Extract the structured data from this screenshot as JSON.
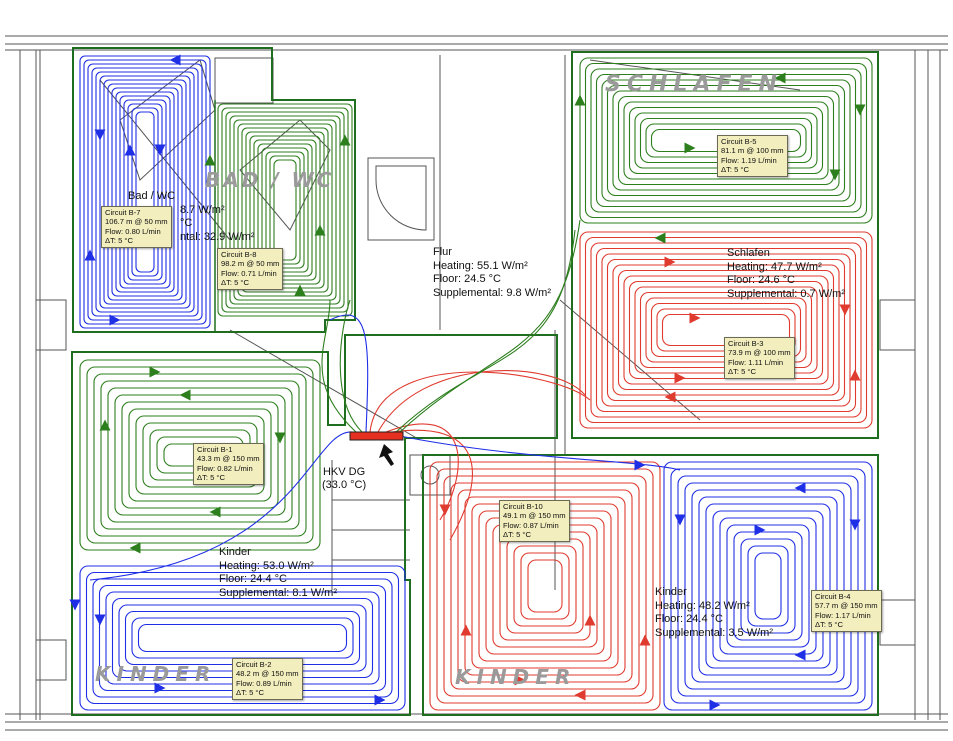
{
  "colors": {
    "supply": "#e03b2f",
    "return": "#1f2fe6",
    "green": "#2d7f1e",
    "manifold": "#e53020"
  },
  "plan_words": {
    "bad": "BAD / WC",
    "schlafen": "SCHLAFEN",
    "kinder_left": "KINDER",
    "kinder_right": "KINDER"
  },
  "rooms": [
    {
      "name": "Bad / WC",
      "heating": "8.7 W/m²",
      "floor": "°C",
      "supplemental": "ntal: 32.9 W/m²"
    },
    {
      "name": "Flur",
      "heating": "Heating: 55.1 W/m²",
      "floor": "Floor: 24.5 °C",
      "supplemental": "Supplemental: 9.8 W/m²"
    },
    {
      "name": "Schlafen",
      "heating": "Heating: 47.7 W/m²",
      "floor": "Floor: 24.6 °C",
      "supplemental": "Supplemental: 0.7 W/m²"
    },
    {
      "name": "Kinder",
      "heating": "Heating: 53.0 W/m²",
      "floor": "Floor: 24.4 °C",
      "supplemental": "Supplemental: 8.1 W/m²"
    },
    {
      "name": "Kinder",
      "heating": "Heating: 48.2 W/m²",
      "floor": "Floor: 24.4 °C",
      "supplemental": "Supplemental: 3.5 W/m²"
    }
  ],
  "circuits": [
    {
      "title": "Circuit B-7",
      "length": "106.7 m @ 50 mm",
      "flow": "Flow: 0.80 L/min",
      "dt": "ΔT: 5 °C"
    },
    {
      "title": "Circuit B-8",
      "length": "98.2 m @ 50 mm",
      "flow": "Flow: 0.71 L/min",
      "dt": "ΔT: 5 °C"
    },
    {
      "title": "Circuit B-5",
      "length": "81.1 m @ 100 mm",
      "flow": "Flow: 1.19 L/min",
      "dt": "ΔT: 5 °C"
    },
    {
      "title": "Circuit B-3",
      "length": "73.9 m @ 100 mm",
      "flow": "Flow: 1.11 L/min",
      "dt": "ΔT: 5 °C"
    },
    {
      "title": "Circuit B-1",
      "length": "43.3 m @ 150 mm",
      "flow": "Flow: 0.82 L/min",
      "dt": "ΔT: 5 °C"
    },
    {
      "title": "Circuit B-10",
      "length": "49.1 m @ 150 mm",
      "flow": "Flow: 0.87 L/min",
      "dt": "ΔT: 5 °C"
    },
    {
      "title": "Circuit B-4",
      "length": "57.7 m @ 150 mm",
      "flow": "Flow: 1.17 L/min",
      "dt": "ΔT: 5 °C"
    },
    {
      "title": "Circuit B-2",
      "length": "48.2 m @ 150 mm",
      "flow": "Flow: 0.89 L/min",
      "dt": "ΔT: 5 °C"
    }
  ],
  "manifold": {
    "name": "HKV DG",
    "temp": "(33.0 °C)"
  }
}
